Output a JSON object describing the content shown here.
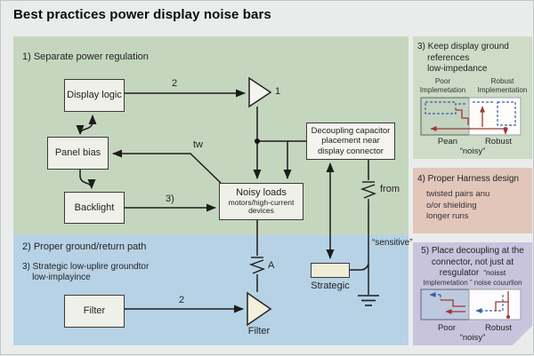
{
  "title": "Best practices power display noise bars",
  "colors": {
    "main_green_panel": "#c5d6be",
    "main_blue_panel": "#b7d2e5",
    "right_green_panel": "#cedcc7",
    "pink_panel": "#e3c6ba",
    "purple_panel": "#c9c4dd",
    "wire_red": "#a03636",
    "wire_blue": "#3a5fa5"
  },
  "main": {
    "section1": "1) Separate power regulation",
    "section2": "2) Proper ground/return path",
    "section3": "3) Strategic low-uplire groundtor\n    low-implayince",
    "boxes": {
      "display_logic": "Display logic",
      "panel_bias": "Panel bias",
      "backlight": "Backlight",
      "noisy_loads": "Noisy loads",
      "noisy_loads_sub": "motors/high-current\ndevices",
      "decoupling": "Decoupling capacitor\nplacement near\ndisplay connector",
      "strategic": "Strategic",
      "filter": "Filter"
    },
    "labels": {
      "out2": "2",
      "buffer1": "1",
      "tw": "tw",
      "out3": "3)",
      "res_a": "A",
      "res_from": "from",
      "sensitive": "“sensitive”",
      "filter_tri": "Filter",
      "filter_out": "2"
    }
  },
  "panels": {
    "ground": {
      "heading": "3) Keep display ground\n    references\n    low-impedance",
      "col_left": "Poor\nImplemetation",
      "col_right": "Robust\nImplementation",
      "label_left": "Pean",
      "label_right": "Robust",
      "caption": "“noisy”"
    },
    "harness": {
      "heading": "4) Proper Harness design",
      "body": "twisted pairs anu\no/or shielding\nlonger runs"
    },
    "decoupling": {
      "heading": "5) Place decoupling at the\nconnector, not just at",
      "word": "resgulator",
      "note": "“noisst",
      "subnote": "Implemetation ” noise couurlion",
      "label_left": "Poor",
      "label_right": "Robust",
      "caption": "“noisy”"
    }
  }
}
